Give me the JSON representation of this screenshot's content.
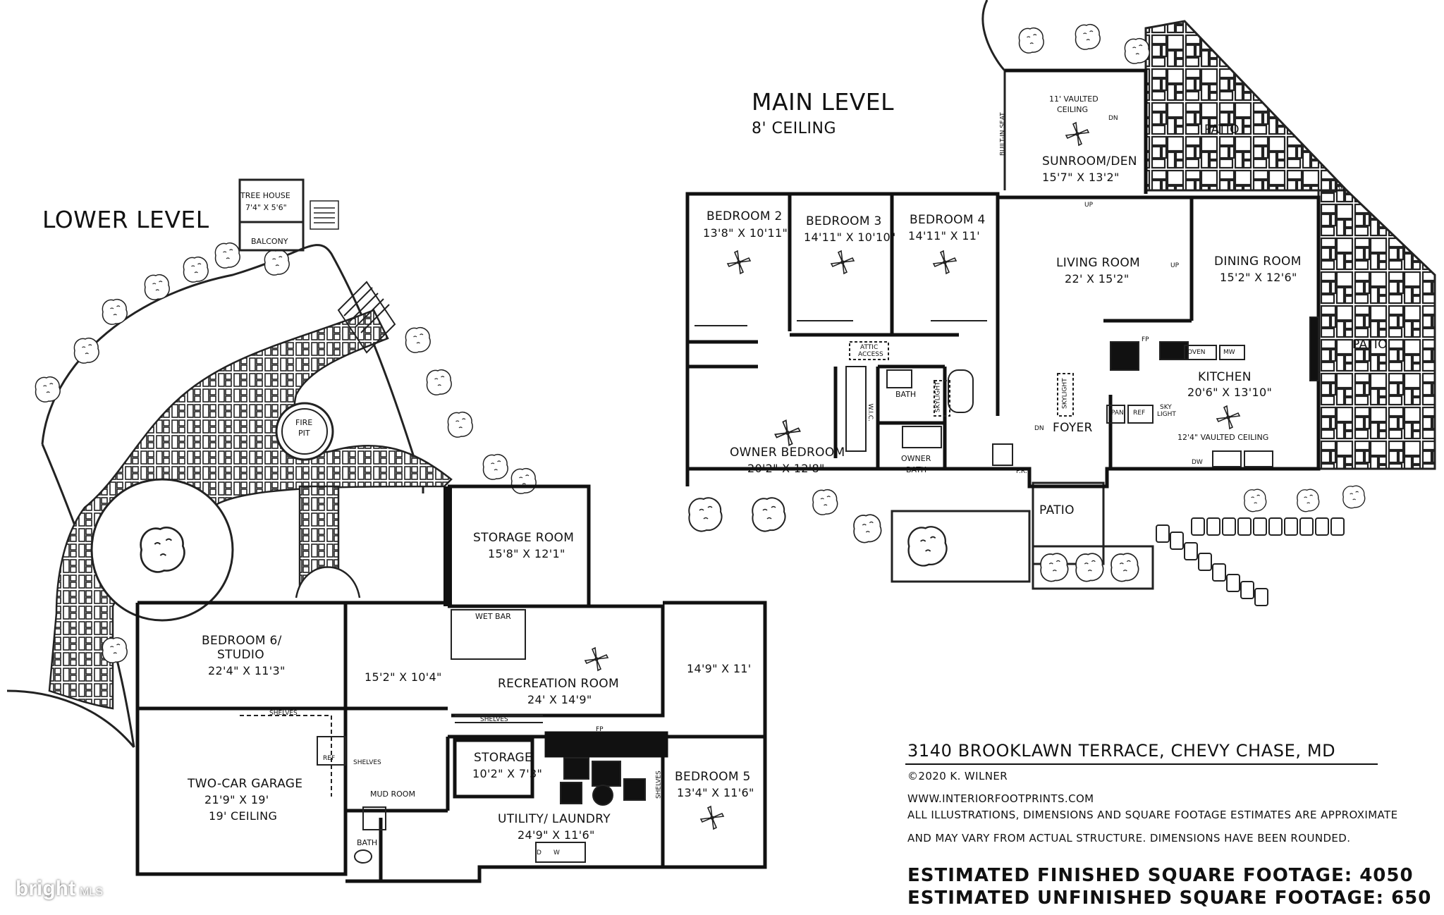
{
  "levels": {
    "main": {
      "title": "MAIN LEVEL",
      "ceiling": "8' CEILING"
    },
    "lower": {
      "title": "LOWER LEVEL"
    }
  },
  "main_rooms": {
    "bedroom2": {
      "name": "BEDROOM 2",
      "dims": "13'8\" X 10'11\""
    },
    "bedroom3": {
      "name": "BEDROOM 3",
      "dims": "14'11\" X 10'10\""
    },
    "bedroom4": {
      "name": "BEDROOM 4",
      "dims": "14'11\" X 11'"
    },
    "living": {
      "name": "LIVING ROOM",
      "dims": "22' X 15'2\""
    },
    "dining": {
      "name": "DINING ROOM",
      "dims": "15'2\" X 12'6\""
    },
    "kitchen": {
      "name": "KITCHEN",
      "dims": "20'6\" X 13'10\"",
      "note": "12'4\" VAULTED CEILING"
    },
    "sunroom": {
      "name": "SUNROOM/DEN",
      "dims": "15'7\" X 13'2\"",
      "note1": "11' VAULTED",
      "note2": "CEILING"
    },
    "owner_bedroom": {
      "name": "OWNER BEDROOM",
      "dims": "20'2\" X 12'8\""
    },
    "owner_bath": {
      "name1": "OWNER",
      "name2": "BATH"
    },
    "bath": "BATH",
    "foyer": "FOYER",
    "wic": "W.I.C.",
    "attic1": "ATTIC",
    "attic2": "ACCESS",
    "pr": "P.R.",
    "builtin": "BUILT-IN SEAT",
    "skylight": "SKYLIGHT",
    "skylight2a": "SKY",
    "skylight2b": "LIGHT",
    "fp": "FP",
    "oven": "OVEN",
    "mw": "MW",
    "pan": "PAN",
    "ref": "REF",
    "dw": "DW",
    "patio_front": "PATIO",
    "patio_top": "PATIO",
    "patio_right": "PATIO",
    "up": "UP",
    "dn": "DN"
  },
  "lower_rooms": {
    "treehouse": {
      "name": "TREE HOUSE",
      "dims": "7'4\" X 5'6\"",
      "balcony": "BALCONY"
    },
    "firepit1": "FIRE",
    "firepit2": "PIT",
    "storage_room": {
      "name": "STORAGE ROOM",
      "dims": "15'8\" X 12'1\""
    },
    "bedroom6": {
      "name1": "BEDROOM 6/",
      "name2": "STUDIO",
      "dims": "22'4\" X 11'3\""
    },
    "hall": {
      "dims": "15'2\" X 10'4\""
    },
    "recreation": {
      "name": "RECREATION ROOM",
      "dims": "24' X 14'9\""
    },
    "wetbar": "WET BAR",
    "room_149": {
      "dims": "14'9\" X 11'"
    },
    "garage": {
      "name": "TWO-CAR GARAGE",
      "dims": "21'9\" X 19'",
      "note": "19' CEILING"
    },
    "storage": {
      "name": "STORAGE",
      "dims": "10'2\" X 7'3\""
    },
    "bedroom5": {
      "name": "BEDROOM 5",
      "dims": "13'4\" X 11'6\""
    },
    "utility": {
      "name": "UTILITY/ LAUNDRY",
      "dims": "24'9\" X 11'6\""
    },
    "mudroom": "MUD ROOM",
    "bath": "BATH",
    "shelves": "SHELVES",
    "ref": "REF",
    "fp": "FP",
    "d": "D",
    "w": "W"
  },
  "info": {
    "address": "3140 BROOKLAWN TERRACE, CHEVY CHASE, MD",
    "copyright": "©2020 K. WILNER",
    "website": "WWW.INTERIORFOOTPRINTS.COM",
    "disclaimer1": "ALL ILLUSTRATIONS, DIMENSIONS AND SQUARE FOOTAGE ESTIMATES ARE APPROXIMATE",
    "disclaimer2": "AND MAY VARY FROM ACTUAL STRUCTURE. DIMENSIONS HAVE BEEN ROUNDED.",
    "finished": "ESTIMATED FINISHED SQUARE FOOTAGE: 4050",
    "unfinished": "ESTIMATED UNFINISHED SQUARE FOOTAGE: 650"
  },
  "watermark": {
    "brand": "bright",
    "mls": "MLS"
  }
}
